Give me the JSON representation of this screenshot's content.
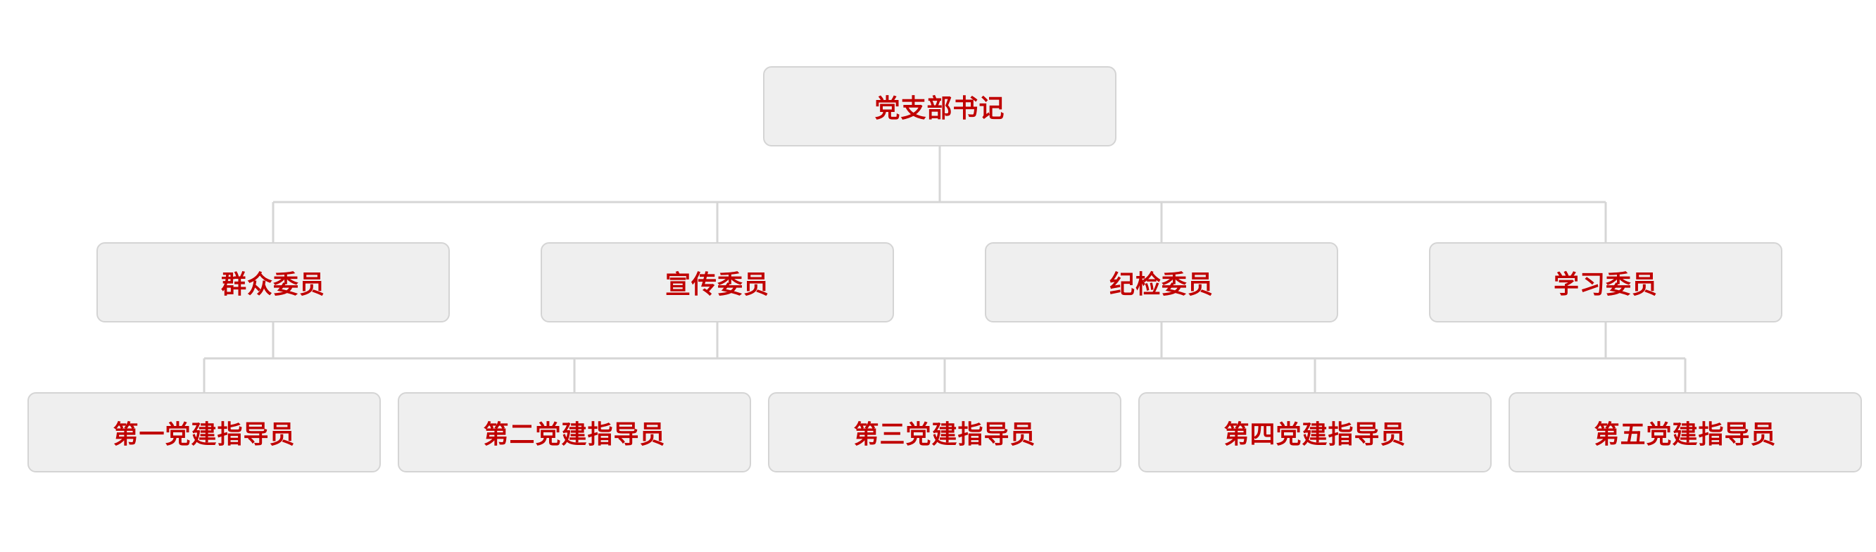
{
  "org_chart": {
    "line_color": "#d6d6d6",
    "box_fill": "#efefef",
    "box_border": "#d4d4d4",
    "text_color": "#c00000",
    "root": {
      "label": "党支部书记"
    },
    "committee": [
      {
        "label": "群众委员"
      },
      {
        "label": "宣传委员"
      },
      {
        "label": "纪检委员"
      },
      {
        "label": "学习委员"
      }
    ],
    "instructors": [
      {
        "label": "第一党建指导员"
      },
      {
        "label": "第二党建指导员"
      },
      {
        "label": "第三党建指导员"
      },
      {
        "label": "第四党建指导员"
      },
      {
        "label": "第五党建指导员"
      }
    ]
  }
}
